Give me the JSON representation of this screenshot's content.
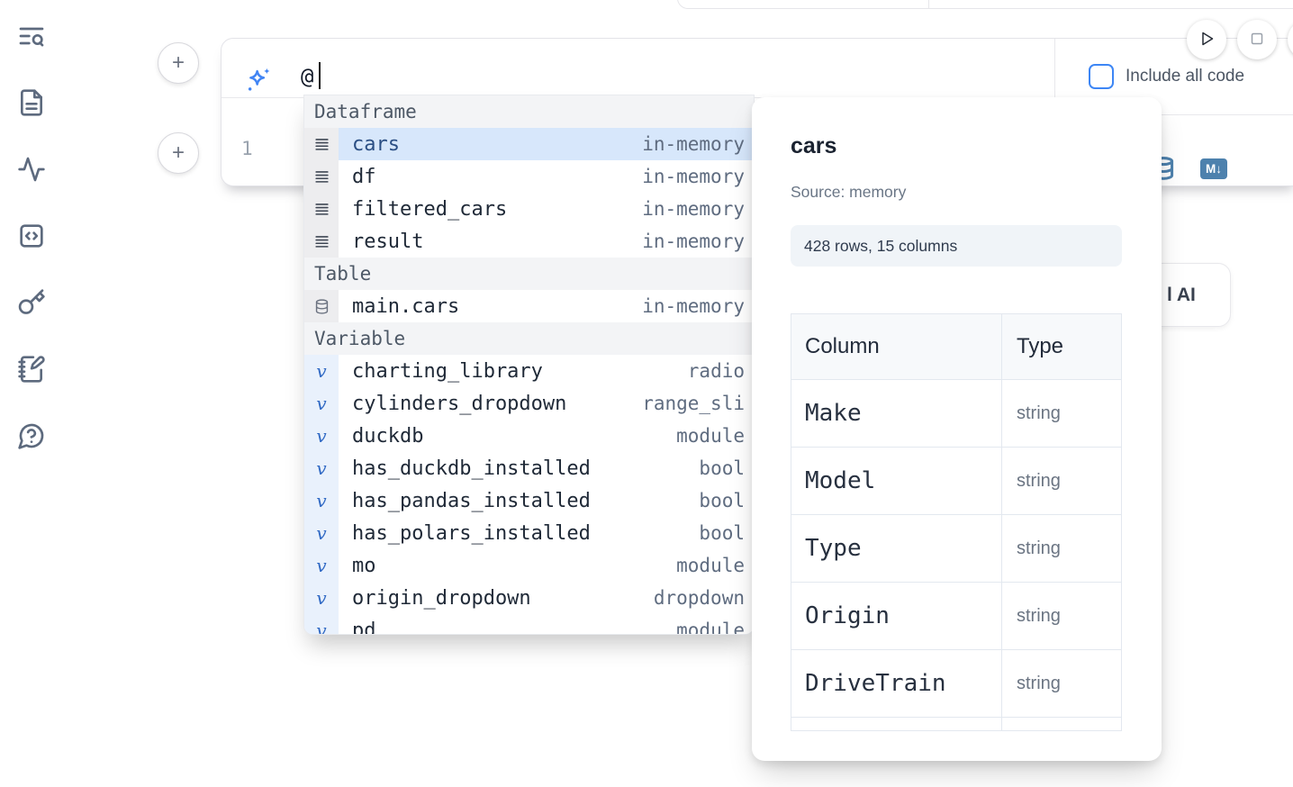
{
  "colors": {
    "accent_blue": "#3d86f5",
    "steel_blue": "#4d81ad",
    "selected_row_bg": "#d7e7fb",
    "selected_row_text": "#2b4f84"
  },
  "sidebar": {
    "items": [
      {
        "icon": "text-search-icon"
      },
      {
        "icon": "file-text-icon"
      },
      {
        "icon": "activity-icon"
      },
      {
        "icon": "square-code-icon"
      },
      {
        "icon": "key-icon"
      },
      {
        "icon": "notebook-pen-icon"
      },
      {
        "icon": "help-chat-icon"
      }
    ]
  },
  "cell": {
    "add_cell_buttons": [
      "+",
      "+"
    ],
    "prompt": {
      "value": "@",
      "icon": "sparkles-icon"
    },
    "include_code": {
      "label": "Include all code",
      "checked": false
    },
    "editor": {
      "line_number": "1"
    },
    "actions": {
      "markdown_badge": "M↓",
      "database_icon": "database-icon"
    }
  },
  "autocomplete": {
    "sections": [
      {
        "label": "Dataframe",
        "items": [
          {
            "name": "cars",
            "type": "in-memory",
            "kind": "dataframe",
            "selected": true
          },
          {
            "name": "df",
            "type": "in-memory",
            "kind": "dataframe"
          },
          {
            "name": "filtered_cars",
            "type": "in-memory",
            "kind": "dataframe"
          },
          {
            "name": "result",
            "type": "in-memory",
            "kind": "dataframe"
          }
        ]
      },
      {
        "label": "Table",
        "items": [
          {
            "name": "main.cars",
            "type": "in-memory",
            "kind": "table"
          }
        ]
      },
      {
        "label": "Variable",
        "items": [
          {
            "name": "charting_library",
            "type": "radio",
            "kind": "variable"
          },
          {
            "name": "cylinders_dropdown",
            "type": "range_sli",
            "kind": "variable"
          },
          {
            "name": "duckdb",
            "type": "module",
            "kind": "variable"
          },
          {
            "name": "has_duckdb_installed",
            "type": "bool",
            "kind": "variable"
          },
          {
            "name": "has_pandas_installed",
            "type": "bool",
            "kind": "variable"
          },
          {
            "name": "has_polars_installed",
            "type": "bool",
            "kind": "variable"
          },
          {
            "name": "mo",
            "type": "module",
            "kind": "variable"
          },
          {
            "name": "origin_dropdown",
            "type": "dropdown",
            "kind": "variable"
          },
          {
            "name": "pd",
            "type": "module",
            "kind": "variable",
            "partial": true
          }
        ]
      }
    ]
  },
  "preview": {
    "title": "cars",
    "source": "Source: memory",
    "shape": "428 rows, 15 columns",
    "table": {
      "headers": [
        "Column",
        "Type"
      ],
      "rows": [
        {
          "column": "Make",
          "type": "string"
        },
        {
          "column": "Model",
          "type": "string"
        },
        {
          "column": "Type",
          "type": "string"
        },
        {
          "column": "Origin",
          "type": "string"
        },
        {
          "column": "DriveTrain",
          "type": "string"
        }
      ],
      "partial_row": true
    }
  },
  "ai_button": {
    "visible_label": "l AI"
  }
}
